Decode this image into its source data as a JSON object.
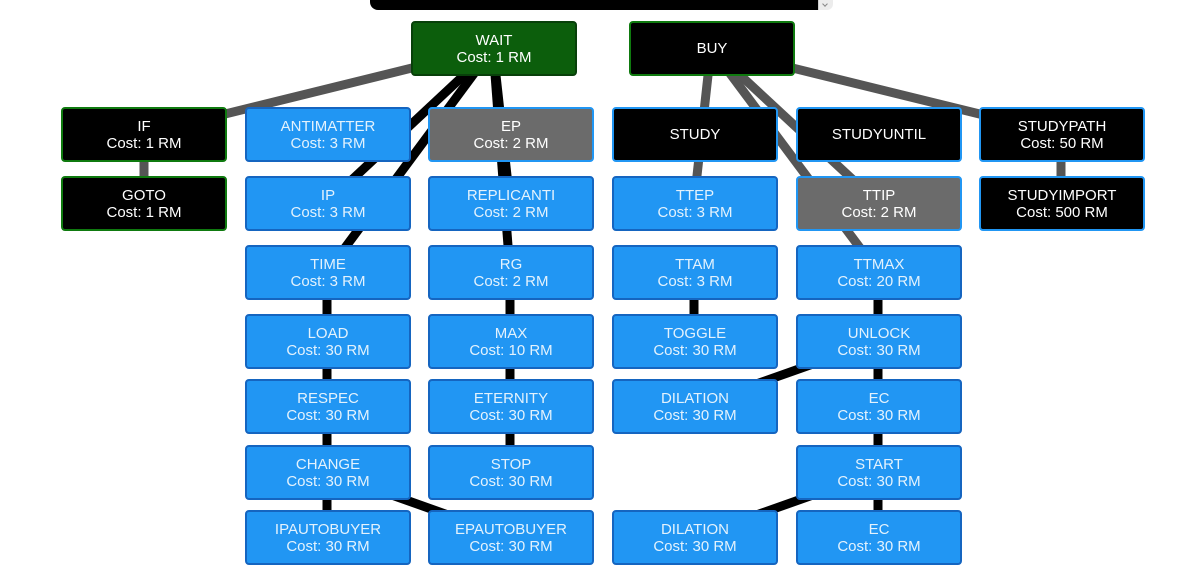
{
  "colors": {
    "blue_fill": "#2196f3",
    "gray_fill": "#6b6b6b",
    "green_fill": "#0c5e0c",
    "black_fill": "#000000",
    "edge_black": "#000000",
    "edge_gray": "#555555"
  },
  "nodes": {
    "wait": {
      "name": "WAIT",
      "cost": "Cost: 1 RM"
    },
    "buy": {
      "name": "BUY",
      "cost": ""
    },
    "if": {
      "name": "IF",
      "cost": "Cost: 1 RM"
    },
    "goto": {
      "name": "GOTO",
      "cost": "Cost: 1 RM"
    },
    "antimatter": {
      "name": "ANTIMATTER",
      "cost": "Cost: 3 RM"
    },
    "ip": {
      "name": "IP",
      "cost": "Cost: 3 RM"
    },
    "time": {
      "name": "TIME",
      "cost": "Cost: 3 RM"
    },
    "load": {
      "name": "LOAD",
      "cost": "Cost: 30 RM"
    },
    "respec": {
      "name": "RESPEC",
      "cost": "Cost: 30 RM"
    },
    "change": {
      "name": "CHANGE",
      "cost": "Cost: 30 RM"
    },
    "ipautobuyer": {
      "name": "IPAUTOBUYER",
      "cost": "Cost: 30 RM"
    },
    "ep": {
      "name": "EP",
      "cost": "Cost: 2 RM"
    },
    "replicanti": {
      "name": "REPLICANTI",
      "cost": "Cost: 2 RM"
    },
    "rg": {
      "name": "RG",
      "cost": "Cost: 2 RM"
    },
    "max": {
      "name": "MAX",
      "cost": "Cost: 10 RM"
    },
    "eternity": {
      "name": "ETERNITY",
      "cost": "Cost: 30 RM"
    },
    "stop": {
      "name": "STOP",
      "cost": "Cost: 30 RM"
    },
    "epautobuyer": {
      "name": "EPAUTOBUYER",
      "cost": "Cost: 30 RM"
    },
    "study": {
      "name": "STUDY",
      "cost": ""
    },
    "ttep": {
      "name": "TTEP",
      "cost": "Cost: 3 RM"
    },
    "ttam": {
      "name": "TTAM",
      "cost": "Cost: 3 RM"
    },
    "toggle": {
      "name": "TOGGLE",
      "cost": "Cost: 30 RM"
    },
    "dilation1": {
      "name": "DILATION",
      "cost": "Cost: 30 RM"
    },
    "dilation2": {
      "name": "DILATION",
      "cost": "Cost: 30 RM"
    },
    "studyuntil": {
      "name": "STUDYUNTIL",
      "cost": ""
    },
    "ttip": {
      "name": "TTIP",
      "cost": "Cost: 2 RM"
    },
    "ttmax": {
      "name": "TTMAX",
      "cost": "Cost: 20 RM"
    },
    "unlock": {
      "name": "UNLOCK",
      "cost": "Cost: 30 RM"
    },
    "ec1": {
      "name": "EC",
      "cost": "Cost: 30 RM"
    },
    "start": {
      "name": "START",
      "cost": "Cost: 30 RM"
    },
    "ec2": {
      "name": "EC",
      "cost": "Cost: 30 RM"
    },
    "studypath": {
      "name": "STUDYPATH",
      "cost": "Cost: 50 RM"
    },
    "studyimport": {
      "name": "STUDYIMPORT",
      "cost": "Cost: 500 RM"
    }
  }
}
